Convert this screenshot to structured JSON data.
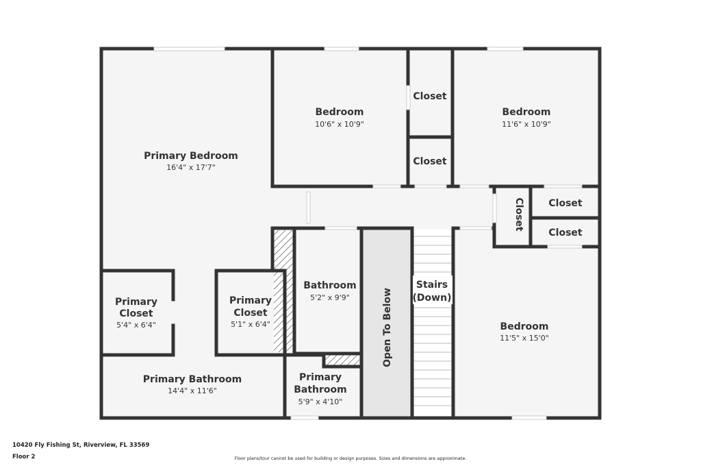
{
  "rooms": {
    "primary_bedroom": {
      "name": "Primary Bedroom",
      "dim": "16'4\" x 17'7\""
    },
    "bedroom_1": {
      "name": "Bedroom",
      "dim": "10'6\" x 10'9\""
    },
    "bedroom_2": {
      "name": "Bedroom",
      "dim": "11'6\" x 10'9\""
    },
    "bedroom_3": {
      "name": "Bedroom",
      "dim": "11'5\" x 15'0\""
    },
    "closet_1": {
      "name": "Closet"
    },
    "closet_2": {
      "name": "Closet"
    },
    "closet_3": {
      "name": "Closet"
    },
    "closet_4": {
      "name": "Closet"
    },
    "closet_5": {
      "name": "Closet"
    },
    "primary_closet_1": {
      "name_line1": "Primary",
      "name_line2": "Closet",
      "dim": "5'4\" x 6'4\""
    },
    "primary_closet_2": {
      "name_line1": "Primary",
      "name_line2": "Closet",
      "dim": "5'1\" x 6'4\""
    },
    "bathroom": {
      "name": "Bathroom",
      "dim": "5'2\" x 9'9\""
    },
    "primary_bathroom_1": {
      "name": "Primary Bathroom",
      "dim": "14'4\" x 11'6\""
    },
    "primary_bathroom_2": {
      "name_line1": "Primary",
      "name_line2": "Bathroom",
      "dim": "5'9\" x 4'10\""
    },
    "open_to_below": {
      "name": "Open To Below"
    },
    "stairs": {
      "name_line1": "Stairs",
      "name_line2": "(Down)"
    }
  },
  "footer": {
    "address": "10420 Fly Fishing St, Riverview, FL 33569",
    "floor": "Floor 2",
    "disclaimer": "Floor plans/tour cannot be used for building or design purposes. Sizes and dimensions are approximate."
  },
  "colors": {
    "wall": "#333333",
    "floor": "#f5f5f5",
    "open_to_below": "#e6e6e6",
    "window": "#cccccc"
  }
}
